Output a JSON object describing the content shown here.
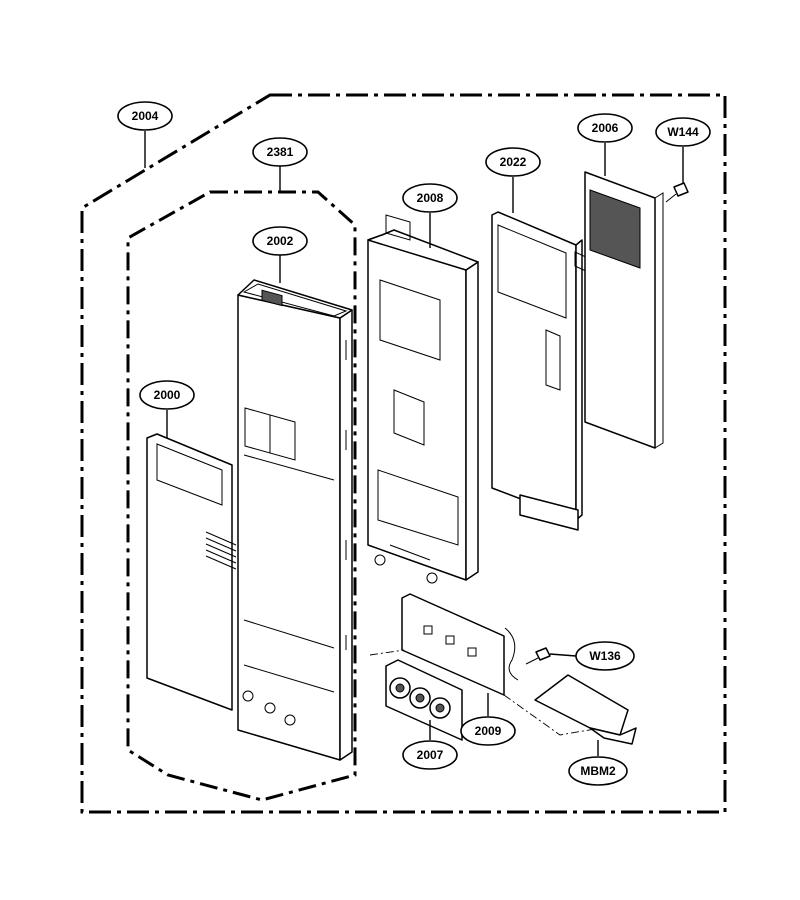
{
  "diagram": {
    "labels": {
      "l2004": "2004",
      "l2381": "2381",
      "l2002": "2002",
      "l2000": "2000",
      "l2008": "2008",
      "l2022": "2022",
      "l2006": "2006",
      "lW144": "W144",
      "lW136": "W136",
      "l2007": "2007",
      "l2009": "2009",
      "lMBM2": "MBM2"
    }
  }
}
